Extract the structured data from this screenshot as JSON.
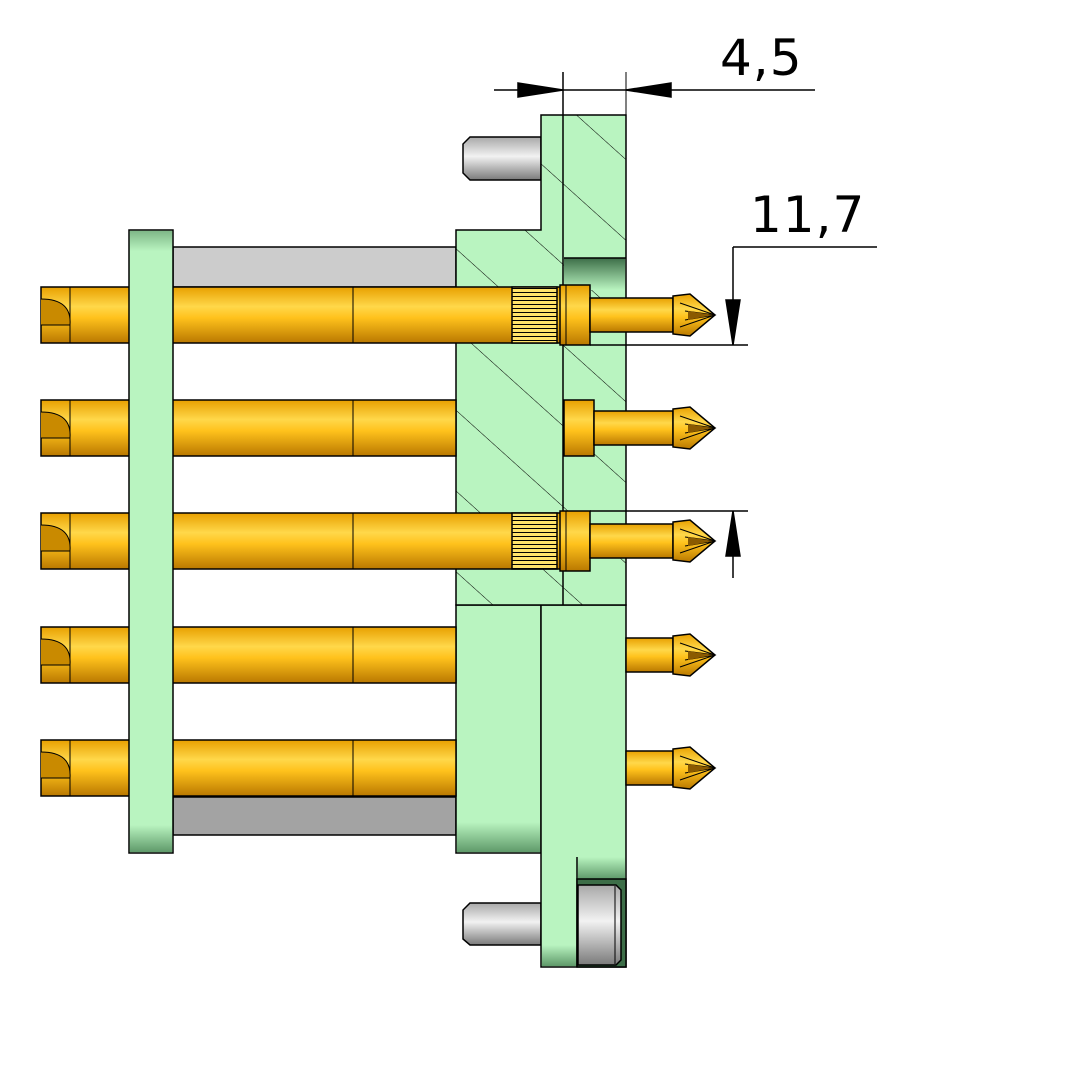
{
  "drawing": {
    "dimensions": [
      {
        "label": "4,5",
        "value": 4.5
      },
      {
        "label": "11,7",
        "value": 11.7
      }
    ],
    "pin_count": 5
  },
  "colors": {
    "plate": "#b9f4c0",
    "plate_shade": "#5f9a6a",
    "pin_gold": "#f5b820",
    "pin_gold_light": "#ffe36a",
    "pin_gold_dark": "#b97800",
    "spacer_light": "#cccccc",
    "spacer_dark": "#a3a3a3",
    "outline": "#000000"
  }
}
